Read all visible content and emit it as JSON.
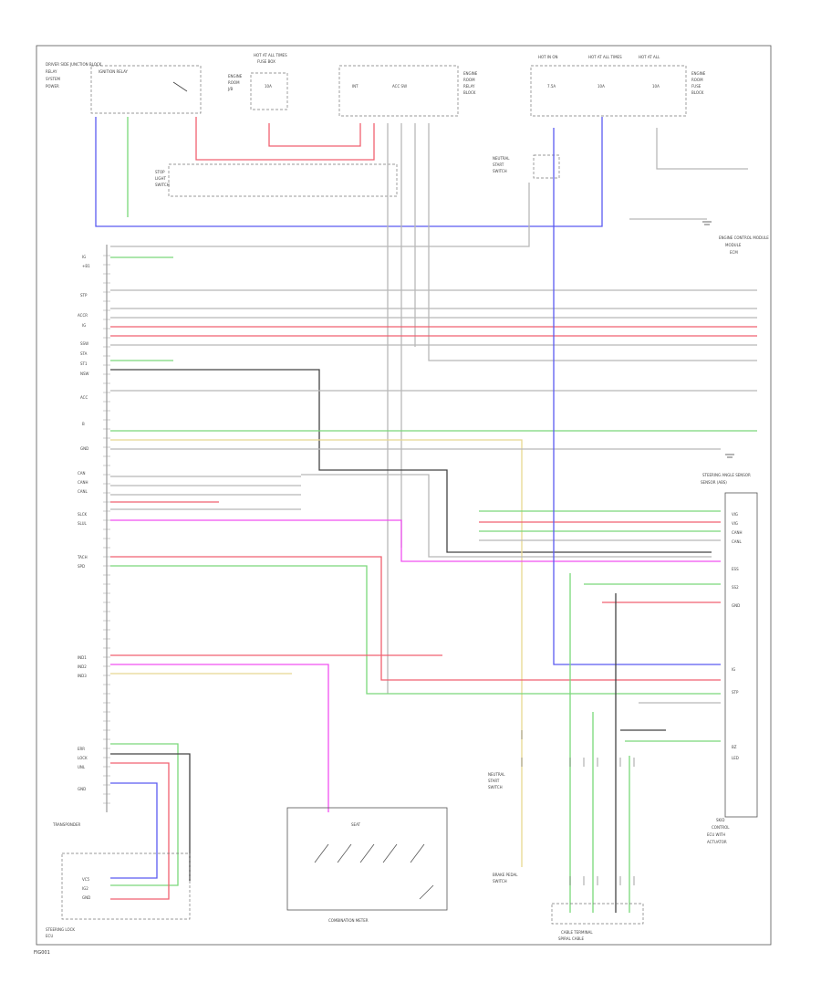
{
  "footer": {
    "code": "FIG001"
  },
  "colors": {
    "wire_blue": "#5a5af0",
    "wire_red": "#f06070",
    "wire_green": "#7ad87a",
    "wire_magenta": "#f050f0",
    "wire_yellow": "#e8d890",
    "wire_black": "#444444",
    "wire_gray": "#b8b8b8",
    "frame": "#555555"
  },
  "labels": {
    "top_left": "DRIVER SIDE JUNCTION BLOCK",
    "top_mid1": "HOT AT ALL TIMES",
    "top_mid2": "FUSE BOX",
    "top_right1": "HOT IN ON",
    "top_right2": "HOT AT ALL TIMES",
    "right_side": "ENGINE CONTROL MODULE",
    "right_box": "STEERING ANGLE SENSOR",
    "bottom_mid": "COMBINATION METER",
    "bottom_right": "CABLE TERMINAL",
    "bottom_left": "STEERING LOCK",
    "center_switch": "SEAT"
  }
}
